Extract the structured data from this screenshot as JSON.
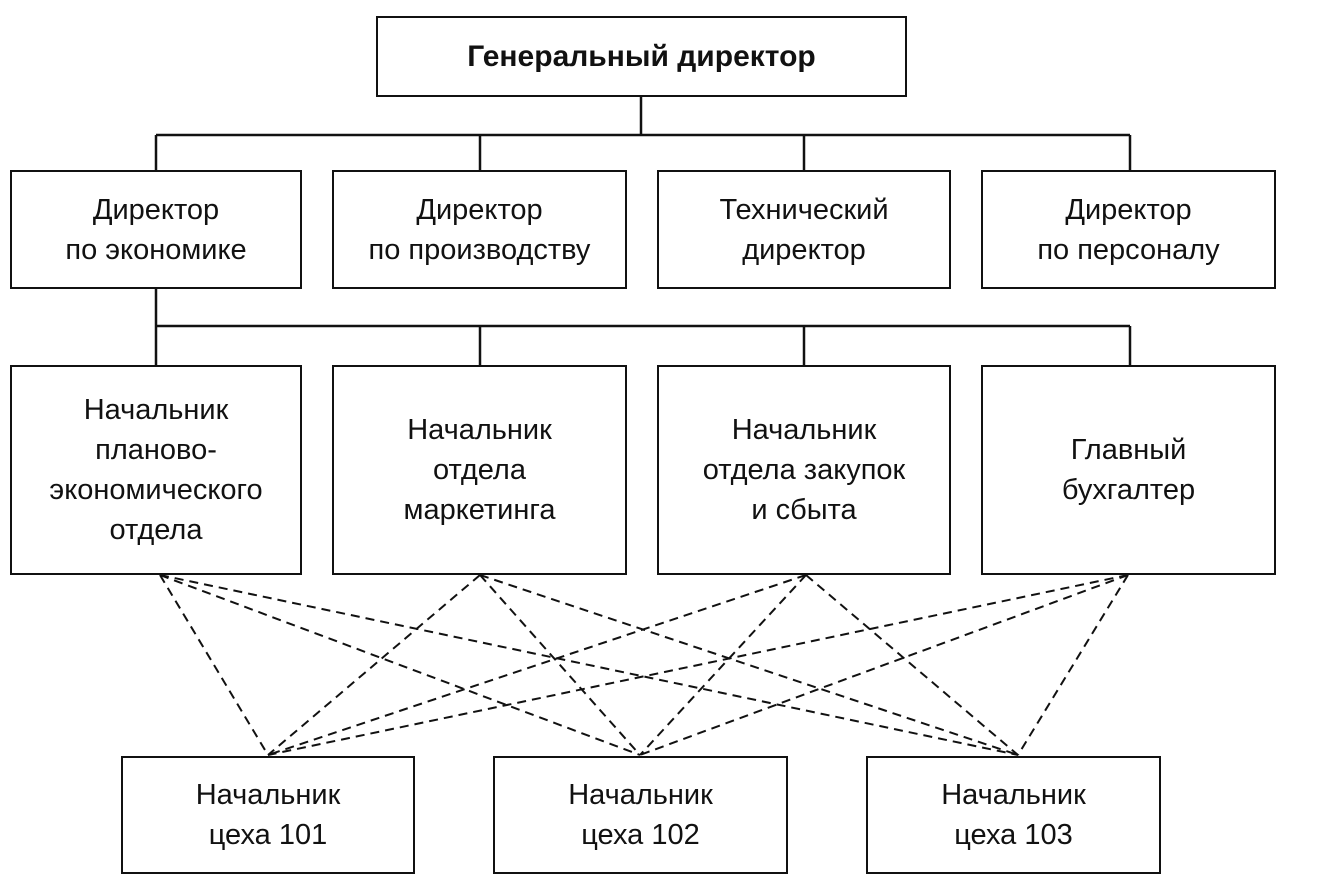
{
  "nodes": {
    "ceo": "Генеральный директор",
    "directors": [
      [
        "Директор",
        "по экономике"
      ],
      [
        "Директор",
        "по производству"
      ],
      [
        "Технический",
        "директор"
      ],
      [
        "Директор",
        "по персоналу"
      ]
    ],
    "heads": [
      [
        "Начальник",
        "планово-",
        "экономического",
        "отдела"
      ],
      [
        "Начальник",
        "отдела",
        "маркетинга"
      ],
      [
        "Начальник",
        "отдела закупок",
        "и сбыта"
      ],
      [
        "Главный",
        "бухгалтер"
      ]
    ],
    "shops": [
      [
        "Начальник",
        "цеха 101"
      ],
      [
        "Начальник",
        "цеха 102"
      ],
      [
        "Начальник",
        "цеха 103"
      ]
    ]
  },
  "colors": {
    "line": "#111111",
    "box_border": "#111111"
  }
}
